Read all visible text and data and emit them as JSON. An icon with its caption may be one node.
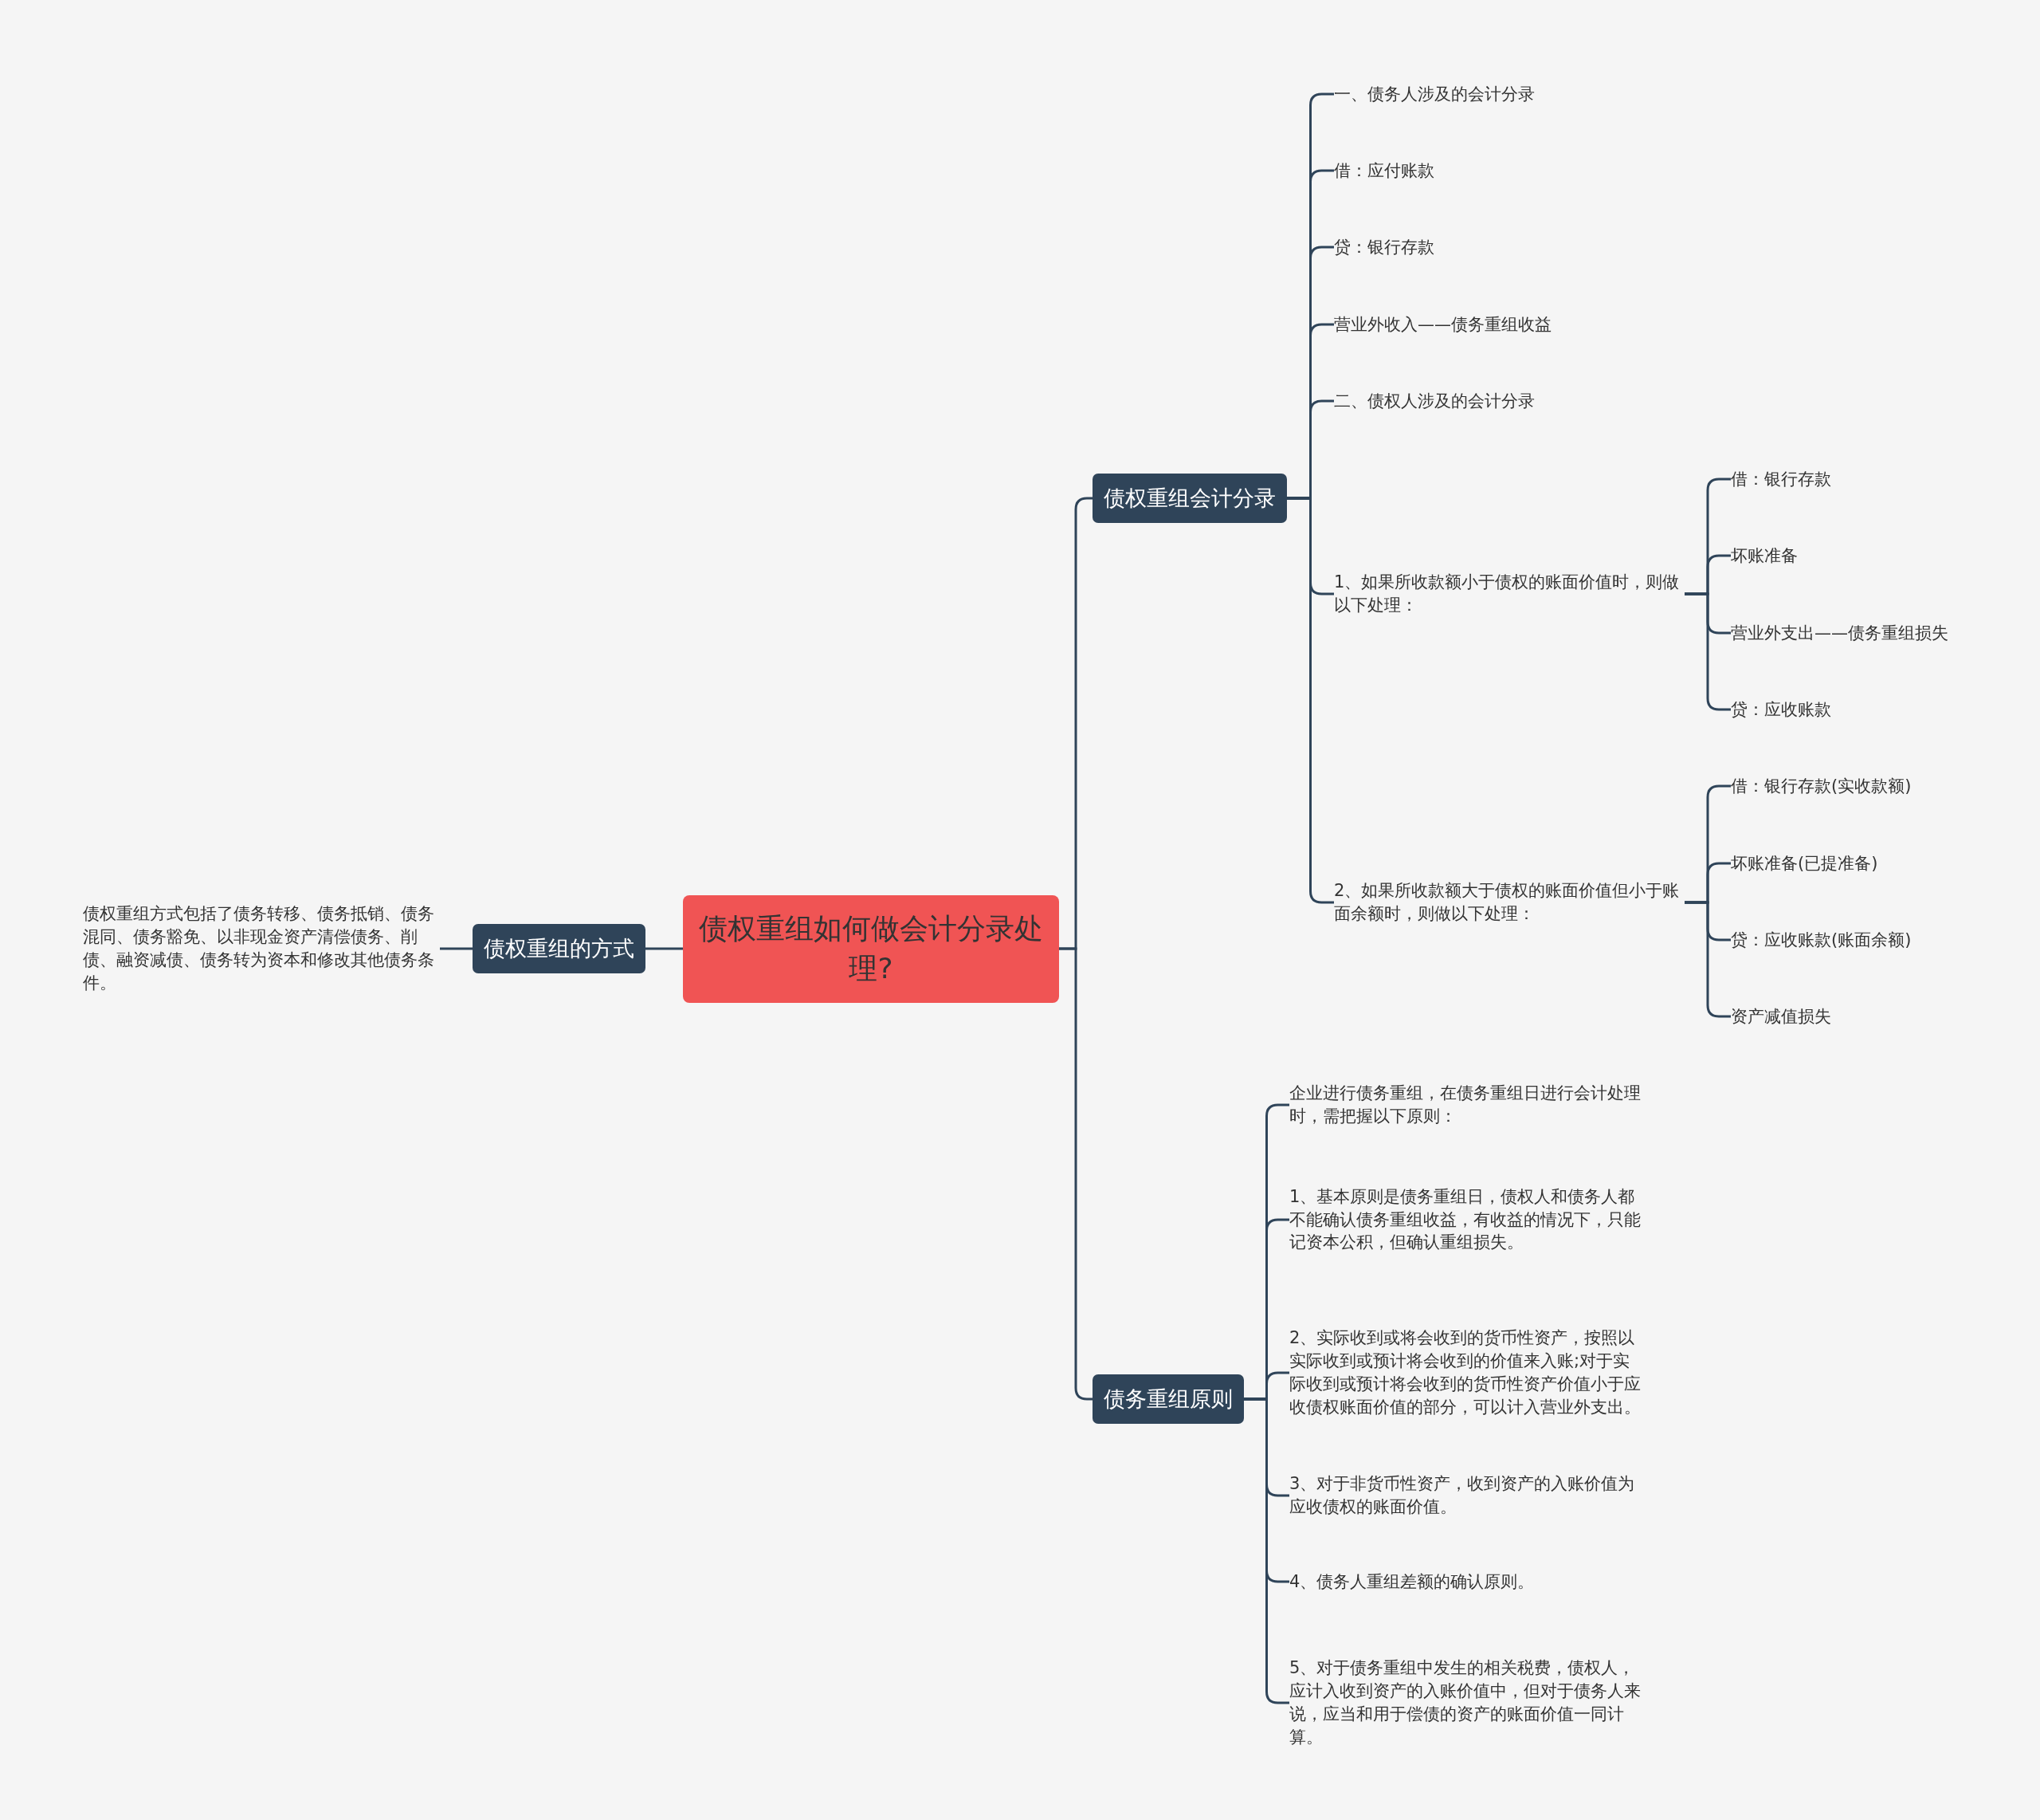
{
  "diagram": {
    "nodes": [
      {
        "text": [
          "债权重组如何做会计分录处理?"
        ]
      },
      {
        "text": [
          "债权重组会计分录"
        ]
      },
      {
        "text": [
          "一、债务人涉及的会计分录"
        ]
      },
      {
        "text": [
          "借：应付账款"
        ]
      },
      {
        "text": [
          "贷：银行存款"
        ]
      },
      {
        "text": [
          "营业外收入——债务重组收益"
        ]
      },
      {
        "text": [
          "二、债权人涉及的会计分录"
        ]
      },
      {
        "text": [
          "1、如果所收款额小于债权的账面价值时，则做以下处理："
        ]
      },
      {
        "text": [
          "借：银行存款"
        ]
      },
      {
        "text": [
          "坏账准备"
        ]
      },
      {
        "text": [
          "营业外支出——债务重组损失"
        ]
      },
      {
        "text": [
          "贷：应收账款"
        ]
      },
      {
        "text": [
          "2、如果所收款额大于债权的账面价值但小于账面余额时，则做以下处理："
        ]
      },
      {
        "text": [
          "借：银行存款(实收款额)"
        ]
      },
      {
        "text": [
          "坏账准备(已提准备)"
        ]
      },
      {
        "text": [
          "贷：应收账款(账面余额)"
        ]
      },
      {
        "text": [
          "资产减值损失"
        ]
      },
      {
        "text": [
          "债务重组原则"
        ]
      },
      {
        "text": [
          "企业进行债务重组，在债务重组日进行会计处理时，需把握以下原则："
        ]
      },
      {
        "text": [
          "1、基本原则是债务重组日，债权人和债务人都不能确认债务重组收益，有收益的情况下，只能记资本公积，但确认重组损失。"
        ]
      },
      {
        "text": [
          "2、实际收到或将会收到的货币性资产，按照以实际收到或预计将会收到的价值来入账;对于实际收到或预计将会收到的货币性资产价值小于应收债权账面价值的部分，可以计入营业外支出。"
        ]
      },
      {
        "text": [
          "3、对于非货币性资产，收到资产的入账价值为应收债权的账面价值。"
        ]
      },
      {
        "text": [
          "4、债务人重组差额的确认原则。"
        ]
      },
      {
        "text": [
          "5、对于债务重组中发生的相关税费，债权人，应计入收到资产的入账价值中，但对于债务人来说，应当和用于偿债的资产的账面价值一同计算。"
        ]
      },
      {
        "text": [
          "债权重组的方式"
        ]
      },
      {
        "text": [
          "债权重组方式包括了债务转移、债务抵销、债务混同、债务豁免、以非现金资产清偿债务、削债、融资减债、债务转为资本和修改其他债务条件。"
        ]
      }
    ],
    "edges": [
      {
        "from": 0,
        "to": 1,
        "arrow": "none"
      },
      {
        "from": 1,
        "to": 2,
        "arrow": "none"
      },
      {
        "from": 1,
        "to": 3,
        "arrow": "none"
      },
      {
        "from": 1,
        "to": 4,
        "arrow": "none"
      },
      {
        "from": 1,
        "to": 5,
        "arrow": "none"
      },
      {
        "from": 1,
        "to": 6,
        "arrow": "none"
      },
      {
        "from": 1,
        "to": 7,
        "arrow": "none"
      },
      {
        "from": 7,
        "to": 8,
        "arrow": "none"
      },
      {
        "from": 7,
        "to": 9,
        "arrow": "none"
      },
      {
        "from": 7,
        "to": 10,
        "arrow": "none"
      },
      {
        "from": 7,
        "to": 11,
        "arrow": "none"
      },
      {
        "from": 1,
        "to": 12,
        "arrow": "none"
      },
      {
        "from": 12,
        "to": 13,
        "arrow": "none"
      },
      {
        "from": 12,
        "to": 14,
        "arrow": "none"
      },
      {
        "from": 12,
        "to": 15,
        "arrow": "none"
      },
      {
        "from": 12,
        "to": 16,
        "arrow": "none"
      },
      {
        "from": 0,
        "to": 17,
        "arrow": "none"
      },
      {
        "from": 17,
        "to": 18,
        "arrow": "none"
      },
      {
        "from": 17,
        "to": 19,
        "arrow": "none"
      },
      {
        "from": 17,
        "to": 20,
        "arrow": "none"
      },
      {
        "from": 17,
        "to": 21,
        "arrow": "none"
      },
      {
        "from": 17,
        "to": 22,
        "arrow": "none"
      },
      {
        "from": 17,
        "to": 23,
        "arrow": "none"
      },
      {
        "from": 0,
        "to": 24,
        "arrow": "none"
      },
      {
        "from": 24,
        "to": 25,
        "arrow": "none"
      }
    ]
  }
}
